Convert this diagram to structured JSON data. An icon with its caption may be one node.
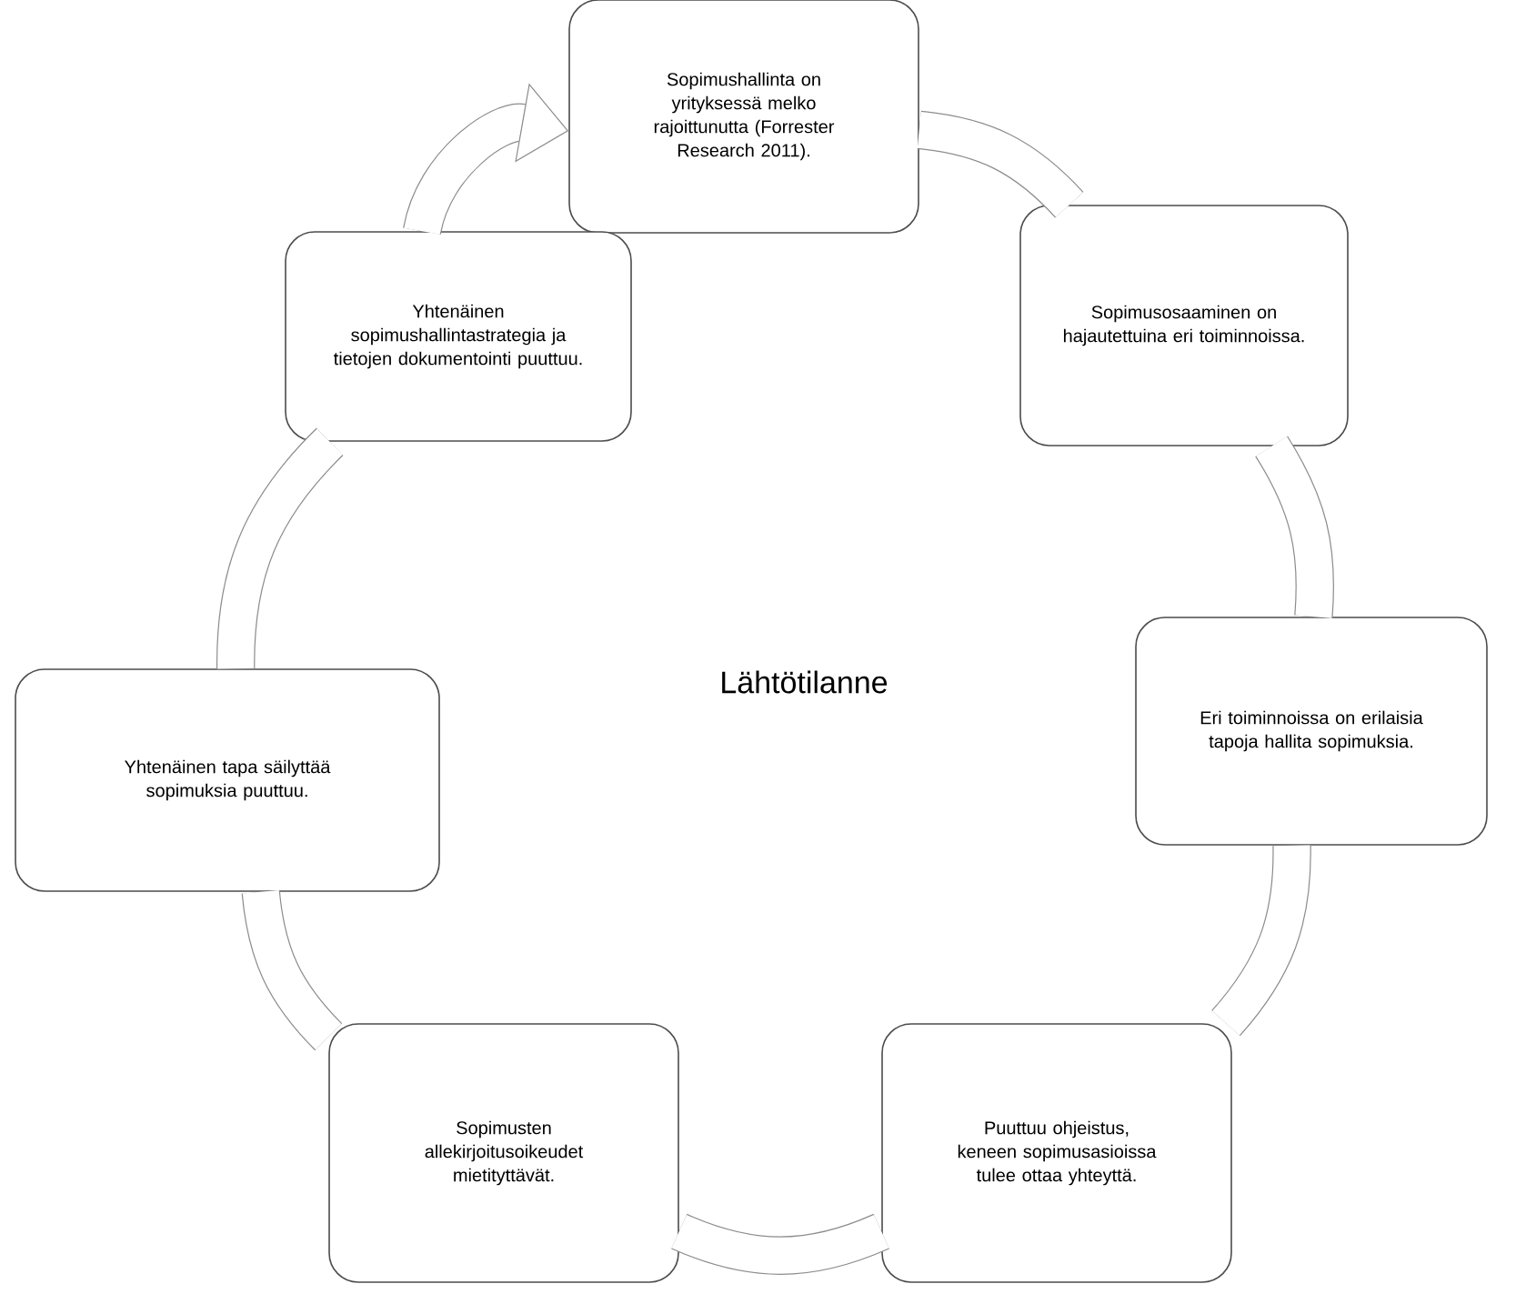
{
  "diagram": {
    "nodes": [
      {
        "text": [
          "Sopimushallinta on yrityksessä melko rajoittunutta (Forrester Research 2011)."
        ]
      },
      {
        "text": [
          "Sopimusosaaminen on hajautettuina eri toiminnoissa."
        ]
      },
      {
        "text": [
          "Eri toiminnoissa on erilaisia tapoja hallita sopimuksia."
        ]
      },
      {
        "text": [
          "Puuttuu ohjeistus, keneen sopimusasioissa tulee ottaa yhteyttä."
        ]
      },
      {
        "text": [
          "Sopimusten allekirjoitusoikeudet mietityttävät."
        ]
      },
      {
        "text": [
          "Yhtenäinen tapa säilyttää sopimuksia puuttuu."
        ]
      },
      {
        "text": [
          "Yhtenäinen sopimushallintastrategia ja tietojen dokumentointi puuttuu."
        ]
      }
    ],
    "edges": [
      {
        "from": 0,
        "to": 1,
        "arrow": "none"
      },
      {
        "from": 1,
        "to": 2,
        "arrow": "none"
      },
      {
        "from": 2,
        "to": 3,
        "arrow": "none"
      },
      {
        "from": 3,
        "to": 4,
        "arrow": "none"
      },
      {
        "from": 4,
        "to": 5,
        "arrow": "none"
      },
      {
        "from": 5,
        "to": 6,
        "arrow": "none"
      },
      {
        "from": 6,
        "to": 0,
        "arrow": "to"
      }
    ],
    "labels": [
      "Lähtötilanne"
    ]
  }
}
